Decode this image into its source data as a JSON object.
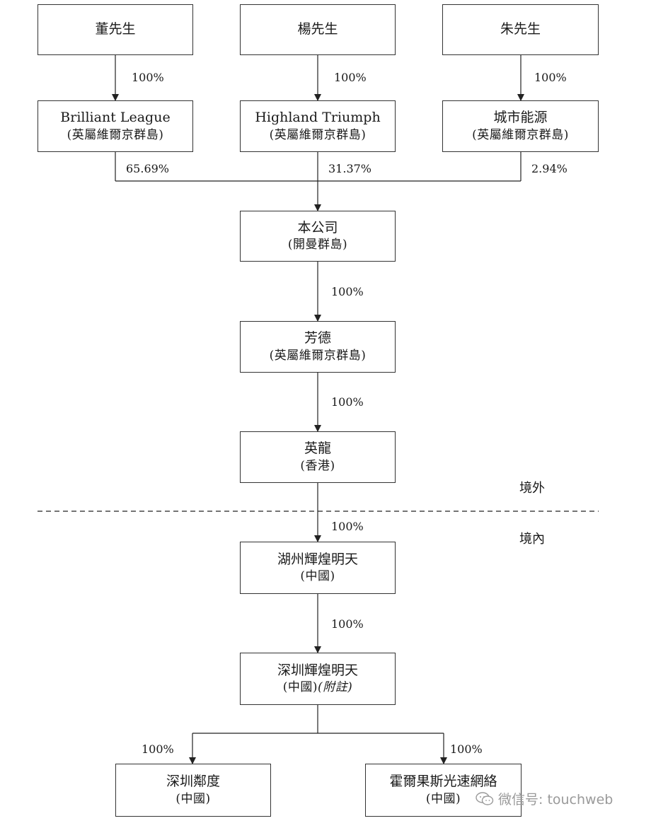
{
  "shareholders": [
    {
      "name": "董先生"
    },
    {
      "name": "楊先生"
    },
    {
      "name": "朱先生"
    }
  ],
  "holding_companies": [
    {
      "name": "Brilliant League",
      "jurisdiction": "(英屬維爾京群島)"
    },
    {
      "name": "Highland Triumph",
      "jurisdiction": "(英屬維爾京群島)"
    },
    {
      "name": "城市能源",
      "jurisdiction": "(英屬維爾京群島)"
    }
  ],
  "top_pcts": [
    "100%",
    "100%",
    "100%"
  ],
  "stake_pcts": [
    "65.69%",
    "31.37%",
    "2.94%"
  ],
  "company": {
    "name": "本公司",
    "jurisdiction": "(開曼群島)"
  },
  "fangde": {
    "name": "芳德",
    "jurisdiction": "(英屬維爾京群島)"
  },
  "yinglong": {
    "name": "英龍",
    "jurisdiction": "(香港)"
  },
  "huzhou": {
    "name": "湖州輝煌明天",
    "jurisdiction": "(中國)"
  },
  "shenzhen": {
    "name": "深圳輝煌明天",
    "jurisdiction_prefix": "(中國)",
    "note": "(附註)"
  },
  "linkdu": {
    "name": "深圳鄰度",
    "jurisdiction": "(中國)"
  },
  "hall": {
    "name": "霍爾果斯光速網絡",
    "jurisdiction": "(中國)"
  },
  "chain_pcts": [
    "100%",
    "100%",
    "100%",
    "100%",
    "100%",
    "100%"
  ],
  "zones": {
    "offshore": "境外",
    "onshore": "境內"
  },
  "watermark": {
    "icon": "wechat-icon",
    "text": "微信号: touchweb"
  }
}
